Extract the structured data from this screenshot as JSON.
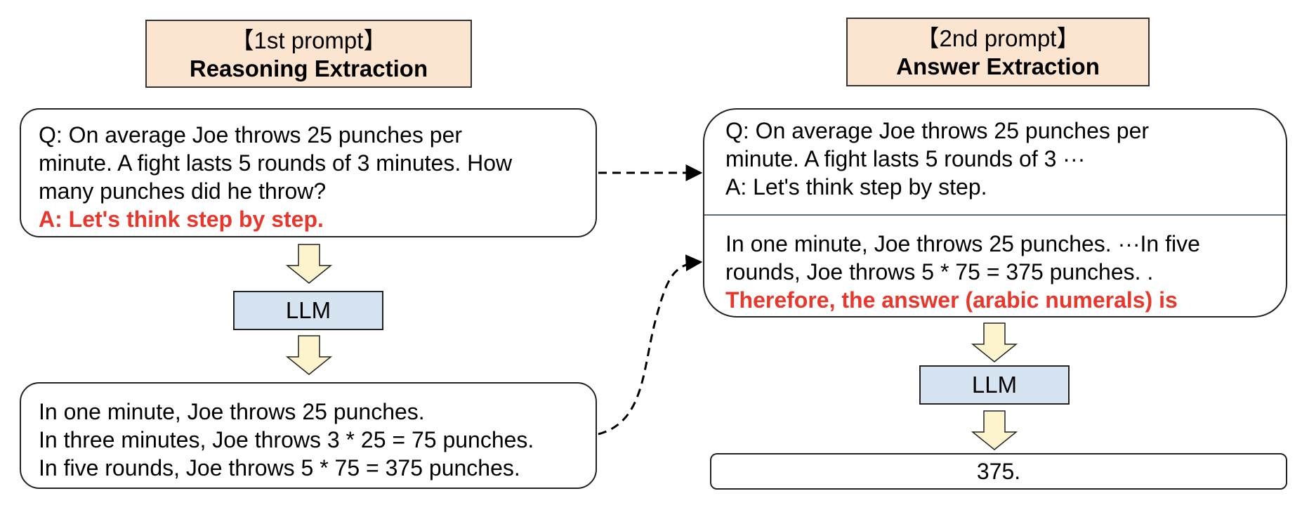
{
  "left": {
    "header": {
      "line1": "【1st prompt】",
      "line2": "Reasoning Extraction"
    },
    "question_box": {
      "lines": [
        "Q: On average Joe throws 25 punches per",
        "minute.  A fight lasts 5 rounds of 3 minutes.  How",
        "many punches did he throw?"
      ],
      "trigger": "A: Let's think step by step."
    },
    "llm_label": "LLM",
    "output_box": {
      "lines": [
        "In one minute, Joe throws 25 punches.",
        "In three minutes, Joe throws 3 * 25 = 75 punches.",
        "In five rounds, Joe throws 5 * 75 = 375 punches."
      ]
    }
  },
  "right": {
    "header": {
      "line1": "【2nd prompt】",
      "line2": "Answer Extraction"
    },
    "prompt_box": {
      "top_lines": [
        "Q: On average Joe throws 25 punches per",
        "minute.  A fight lasts 5 rounds of 3 ···",
        "A: Let's think step by step."
      ],
      "bottom_lines": [
        "In one minute, Joe throws 25 punches. ···In five",
        "rounds, Joe throws 5 * 75 = 375 punches. ."
      ],
      "trigger": "Therefore, the answer (arabic numerals) is"
    },
    "llm_label": "LLM",
    "answer": "375."
  },
  "colors": {
    "header_fill": "#fbe5d0",
    "llm_fill": "#d6e4f2",
    "arrow_fill": "#fdf3cc",
    "trigger_red": "#e8372d"
  },
  "icons": {
    "flow_arrow": "down-block-arrow-icon",
    "connector": "dashed-arrow-icon"
  }
}
